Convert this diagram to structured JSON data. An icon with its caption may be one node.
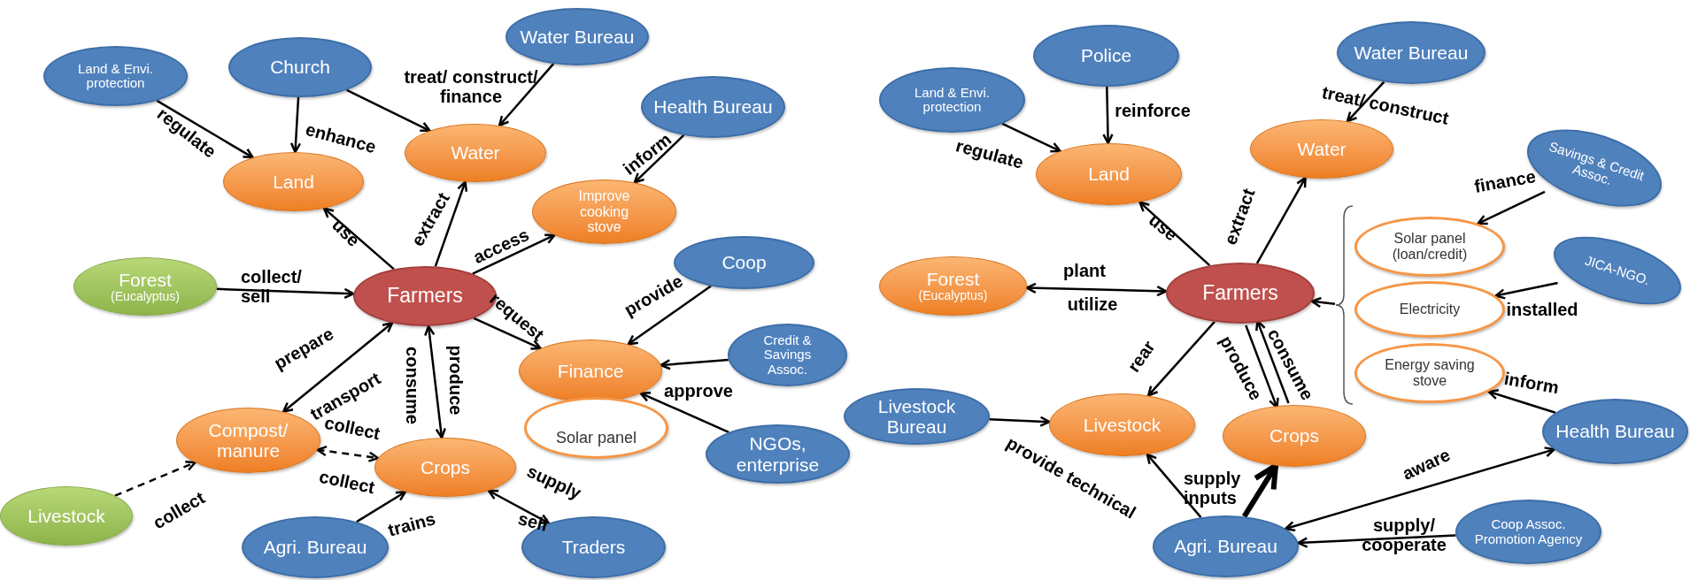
{
  "diagram": {
    "nodes": [
      {
        "text": [
          "Land & Envi. protection"
        ]
      },
      {
        "text": [
          "Church"
        ]
      },
      {
        "text": [
          "Water Bureau"
        ]
      },
      {
        "text": [
          "Health Bureau"
        ]
      },
      {
        "text": [
          "Land"
        ]
      },
      {
        "text": [
          "Water"
        ]
      },
      {
        "text": [
          "Improve cooking stove"
        ]
      },
      {
        "text": [
          "Forest",
          "(Eucalyptus)"
        ]
      },
      {
        "text": [
          "Farmers"
        ]
      },
      {
        "text": [
          "Coop"
        ]
      },
      {
        "text": [
          "Credit & Savings Assoc."
        ]
      },
      {
        "text": [
          "Finance"
        ]
      },
      {
        "text": [
          "Solar panel"
        ]
      },
      {
        "text": [
          "NGOs, enterprise"
        ]
      },
      {
        "text": [
          "Compost/ manure"
        ]
      },
      {
        "text": [
          "Crops"
        ]
      },
      {
        "text": [
          "Livestock"
        ]
      },
      {
        "text": [
          "Agri. Bureau"
        ]
      },
      {
        "text": [
          "Traders"
        ]
      },
      {
        "text": [
          "Land & Envi. protection"
        ]
      },
      {
        "text": [
          "Police"
        ]
      },
      {
        "text": [
          "Water Bureau"
        ]
      },
      {
        "text": [
          "Land"
        ]
      },
      {
        "text": [
          "Water"
        ]
      },
      {
        "text": [
          "Savings & Credit Assoc."
        ]
      },
      {
        "text": [
          "Solar panel (loan/credit)"
        ]
      },
      {
        "text": [
          "Electricity"
        ]
      },
      {
        "text": [
          "Energy saving stove"
        ]
      },
      {
        "text": [
          "JICA-NGO."
        ]
      },
      {
        "text": [
          "Forest",
          "(Eucalyptus)"
        ]
      },
      {
        "text": [
          "Farmers"
        ]
      },
      {
        "text": [
          "Livestock Bureau"
        ]
      },
      {
        "text": [
          "Livestock"
        ]
      },
      {
        "text": [
          "Crops"
        ]
      },
      {
        "text": [
          "Health Bureau"
        ]
      },
      {
        "text": [
          "Agri. Bureau"
        ]
      },
      {
        "text": [
          "Coop Assoc. Promotion Agency"
        ]
      },
      {
        "text": [],
        "shape": "bracket"
      }
    ],
    "edges": [
      {
        "from": 0,
        "to": 4,
        "arrow": "to",
        "label": "regulate"
      },
      {
        "from": 1,
        "to": 4,
        "arrow": "to"
      },
      {
        "from": 1,
        "to": 5,
        "arrow": "to",
        "label": "enhance"
      },
      {
        "from": 2,
        "to": 5,
        "arrow": "to",
        "label": "treat/ construct/ finance"
      },
      {
        "from": 3,
        "to": 6,
        "arrow": "to",
        "label": "inform"
      },
      {
        "from": 8,
        "to": 4,
        "arrow": "to",
        "label": "use"
      },
      {
        "from": 8,
        "to": 5,
        "arrow": "to",
        "label": "extract"
      },
      {
        "from": 8,
        "to": 6,
        "arrow": "to",
        "label": "access"
      },
      {
        "from": 7,
        "to": 8,
        "arrow": "to",
        "label": "collect/ sell"
      },
      {
        "from": 8,
        "to": 11,
        "arrow": "to",
        "label": "request"
      },
      {
        "from": 9,
        "to": 11,
        "arrow": "to",
        "label": "provide"
      },
      {
        "from": 10,
        "to": 11,
        "arrow": "to"
      },
      {
        "from": 13,
        "to": 11,
        "arrow": "to",
        "label": "approve"
      },
      {
        "from": 8,
        "to": 14,
        "arrow": "both",
        "label": "prepare"
      },
      {
        "from": 8,
        "to": 15,
        "arrow": "both",
        "label": "produce"
      },
      {
        "from": 14,
        "to": 15,
        "arrow": "both",
        "label": "collect",
        "style": "dashed"
      },
      {
        "from": 16,
        "to": 14,
        "arrow": "to",
        "label": "collect",
        "style": "dashed"
      },
      {
        "from": 17,
        "to": 15,
        "arrow": "to",
        "label": "trains"
      },
      {
        "from": 15,
        "to": 18,
        "arrow": "both",
        "label": "supply"
      },
      {
        "from": 19,
        "to": 22,
        "arrow": "to",
        "label": "regulate"
      },
      {
        "from": 20,
        "to": 22,
        "arrow": "to",
        "label": "reinforce"
      },
      {
        "from": 21,
        "to": 23,
        "arrow": "to",
        "label": "treat/ construct"
      },
      {
        "from": 30,
        "to": 22,
        "arrow": "to",
        "label": "use"
      },
      {
        "from": 30,
        "to": 23,
        "arrow": "to",
        "label": "extract"
      },
      {
        "from": 24,
        "to": 25,
        "arrow": "to",
        "label": "finance"
      },
      {
        "from": 28,
        "to": 26,
        "arrow": "to",
        "label": "installed"
      },
      {
        "from": 34,
        "to": 27,
        "arrow": "to",
        "label": "inform"
      },
      {
        "from": 37,
        "to": 30,
        "arrow": "to"
      },
      {
        "from": 30,
        "to": 29,
        "arrow": "both",
        "label": "plant"
      },
      {
        "from": 30,
        "to": 32,
        "arrow": "to",
        "label": "rear"
      },
      {
        "from": 30,
        "to": 33,
        "arrow": "to",
        "label": "consume"
      },
      {
        "from": 33,
        "to": 30,
        "arrow": "to",
        "label": "produce"
      },
      {
        "from": 31,
        "to": 32,
        "arrow": "to"
      },
      {
        "from": 35,
        "to": 32,
        "arrow": "to",
        "label": "provide technical"
      },
      {
        "from": 35,
        "to": 33,
        "arrow": "to",
        "label": "supply inputs",
        "style": "thick"
      },
      {
        "from": 35,
        "to": 34,
        "arrow": "both",
        "label": "aware"
      },
      {
        "from": 36,
        "to": 35,
        "arrow": "to",
        "label": "supply/ cooperate"
      }
    ],
    "labels": [
      "transport",
      "consume",
      "collect",
      "sell",
      "utilize"
    ]
  }
}
